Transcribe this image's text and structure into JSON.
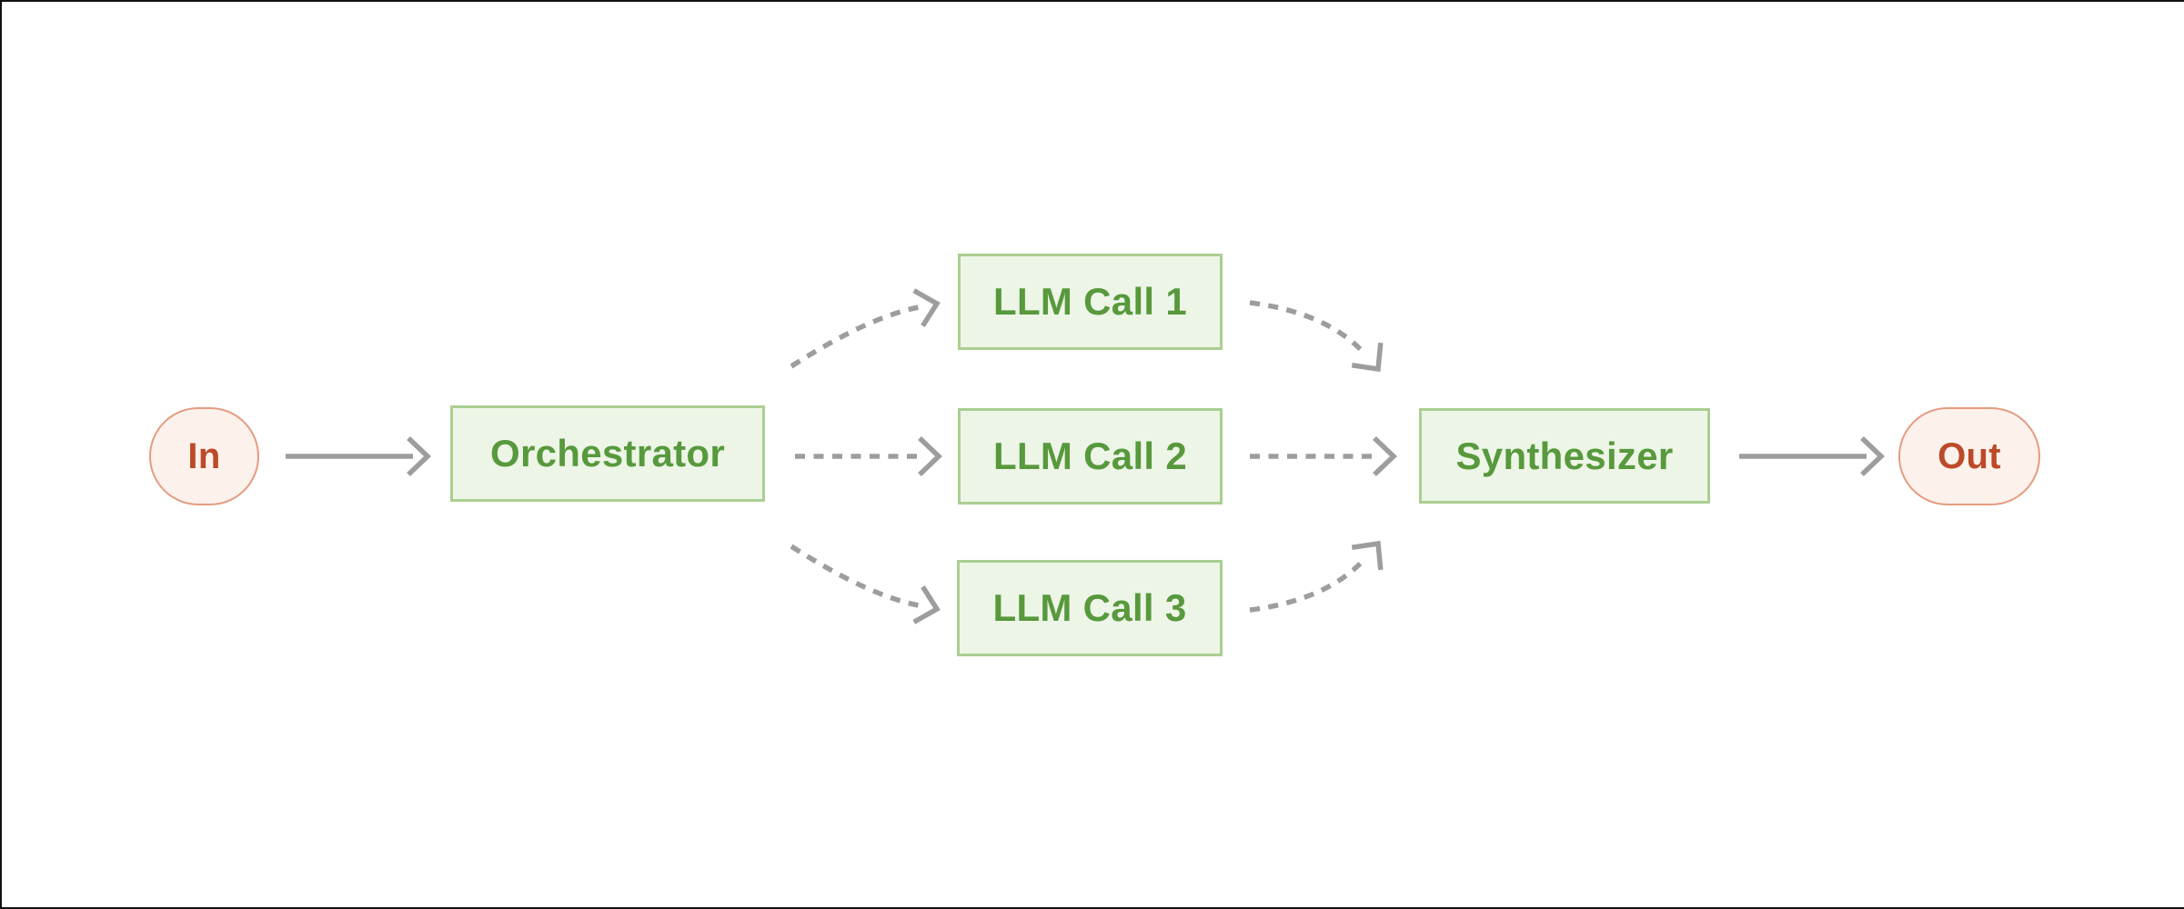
{
  "page": {
    "background": "#ffffff",
    "frame_border_color": "#111111"
  },
  "colors": {
    "background": "#ffffff",
    "frame": "#111111",
    "green_fill": "#edf5e7",
    "green_border": "#abce91",
    "green_text": "#57993c",
    "pink_fill": "#fdf1ec",
    "pink_border": "#e59b80",
    "red_text": "#bc4a28",
    "arrow_gray": "#9d9d9b"
  },
  "diagram": {
    "title": "orchestrator-workers-workflow",
    "nodes": {
      "in": {
        "label": "In",
        "shape": "pill",
        "color_role": "pink"
      },
      "orchestrator": {
        "label": "Orchestrator",
        "shape": "rect",
        "color_role": "green"
      },
      "llm_call_1": {
        "label": "LLM Call 1",
        "shape": "rect",
        "color_role": "green"
      },
      "llm_call_2": {
        "label": "LLM Call 2",
        "shape": "rect",
        "color_role": "green"
      },
      "llm_call_3": {
        "label": "LLM Call 3",
        "shape": "rect",
        "color_role": "green"
      },
      "synthesizer": {
        "label": "Synthesizer",
        "shape": "rect",
        "color_role": "green"
      },
      "out": {
        "label": "Out",
        "shape": "pill",
        "color_role": "pink"
      }
    },
    "edges": [
      {
        "from": "in",
        "to": "orchestrator",
        "style": "solid"
      },
      {
        "from": "orchestrator",
        "to": "llm_call_1",
        "style": "dashed"
      },
      {
        "from": "orchestrator",
        "to": "llm_call_2",
        "style": "dashed"
      },
      {
        "from": "orchestrator",
        "to": "llm_call_3",
        "style": "dashed"
      },
      {
        "from": "llm_call_1",
        "to": "synthesizer",
        "style": "dashed"
      },
      {
        "from": "llm_call_2",
        "to": "synthesizer",
        "style": "dashed"
      },
      {
        "from": "llm_call_3",
        "to": "synthesizer",
        "style": "dashed"
      },
      {
        "from": "synthesizer",
        "to": "out",
        "style": "solid"
      }
    ]
  }
}
